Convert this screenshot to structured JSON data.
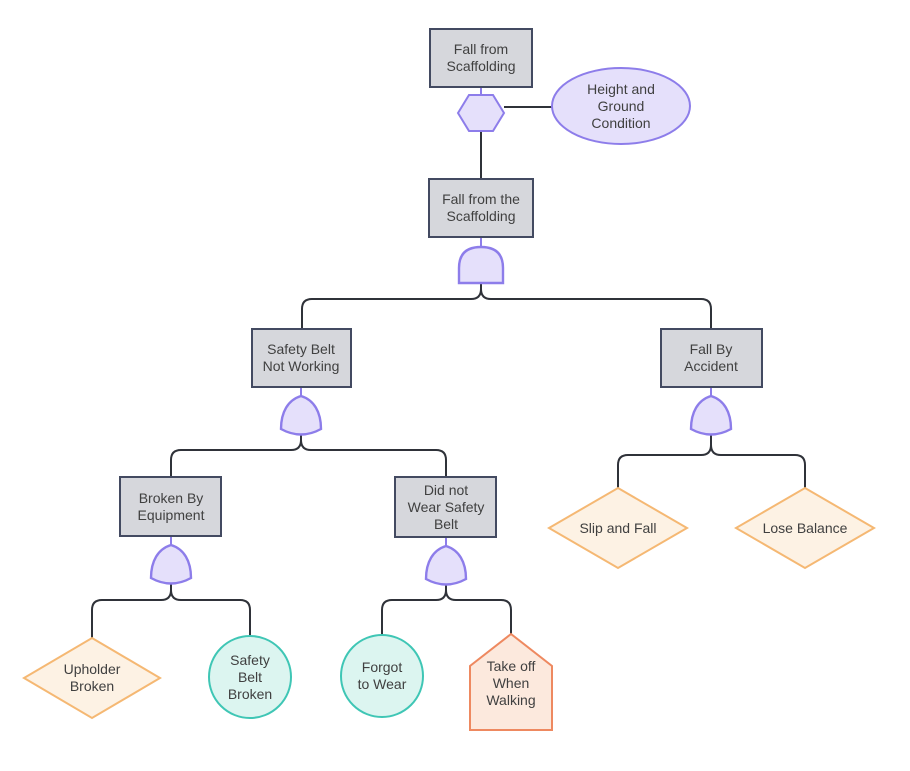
{
  "diagram": {
    "type": "fault-tree",
    "colors": {
      "event_fill": "#d6d7dc",
      "event_stroke": "#434a61",
      "gate_fill": "#e5e0fb",
      "gate_stroke": "#8d7dea",
      "undeveloped_fill": "#fdf2e4",
      "undeveloped_stroke": "#f5b873",
      "basic_fill": "#dcf5f0",
      "basic_stroke": "#3fc6b5",
      "house_fill": "#fce9dd",
      "house_stroke": "#ee8960",
      "connector": "#2f3239",
      "text": "#404040"
    },
    "gates": {
      "root_gate": "AND",
      "safety_belt_gate": "OR",
      "fall_by_accident_gate": "OR",
      "broken_by_equipment_gate": "OR",
      "did_not_wear_gate": "OR"
    },
    "nodes": {
      "top_event": {
        "shape": "rectangle",
        "lines": [
          "Fall from",
          "Scaffolding"
        ]
      },
      "condition": {
        "shape": "ellipse",
        "lines": [
          "Height and",
          "Ground",
          "Condition"
        ]
      },
      "intermediate_event": {
        "shape": "rectangle",
        "lines": [
          "Fall from the",
          "Scaffolding"
        ]
      },
      "safety_belt": {
        "shape": "rectangle",
        "lines": [
          "Safety Belt",
          "Not Working"
        ]
      },
      "fall_by_accident": {
        "shape": "rectangle",
        "lines": [
          "Fall By",
          "Accident"
        ]
      },
      "broken_by_equipment": {
        "shape": "rectangle",
        "lines": [
          "Broken By",
          "Equipment"
        ]
      },
      "did_not_wear": {
        "shape": "rectangle",
        "lines": [
          "Did not",
          "Wear Safety",
          "Belt"
        ]
      },
      "upholder_broken": {
        "shape": "diamond",
        "lines": [
          "Upholder",
          "Broken"
        ]
      },
      "safety_belt_broken": {
        "shape": "circle",
        "lines": [
          "Safety",
          "Belt",
          "Broken"
        ]
      },
      "forgot_to_wear": {
        "shape": "circle",
        "lines": [
          "Forgot",
          "to Wear"
        ]
      },
      "take_off_when_walking": {
        "shape": "house",
        "lines": [
          "Take off",
          "When",
          "Walking"
        ]
      },
      "slip_and_fall": {
        "shape": "diamond",
        "lines": [
          "Slip and Fall"
        ]
      },
      "lose_balance": {
        "shape": "diamond",
        "lines": [
          "Lose Balance"
        ]
      }
    }
  }
}
